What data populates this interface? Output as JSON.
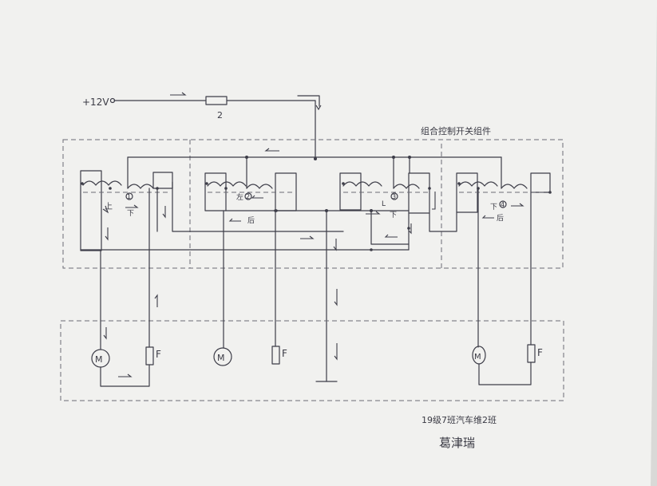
{
  "diagram": {
    "supply_label": "+12V",
    "fuse_label": "2",
    "switch_group_label": "组合控制开关组件",
    "switches": [
      {
        "id": "1",
        "left_label": "上",
        "right_label": "下"
      },
      {
        "id": "2",
        "left_label": "左",
        "right_label": "后"
      },
      {
        "id": "3",
        "left_label": "L",
        "right_label": "下"
      },
      {
        "id": "4",
        "left_label": "下",
        "right_label": "后"
      }
    ],
    "loads": [
      {
        "motor_label": "M",
        "coil_label": "F"
      },
      {
        "motor_label": "M",
        "coil_label": "F"
      },
      {
        "motor_label": "M",
        "coil_label": "F"
      }
    ],
    "author_line": "19级7班汽车维2班",
    "author_name": "葛津瑞"
  },
  "colors": {
    "paper": "#f1f1ef",
    "ink": "#3d3d48",
    "background": "#d9d9d7"
  }
}
